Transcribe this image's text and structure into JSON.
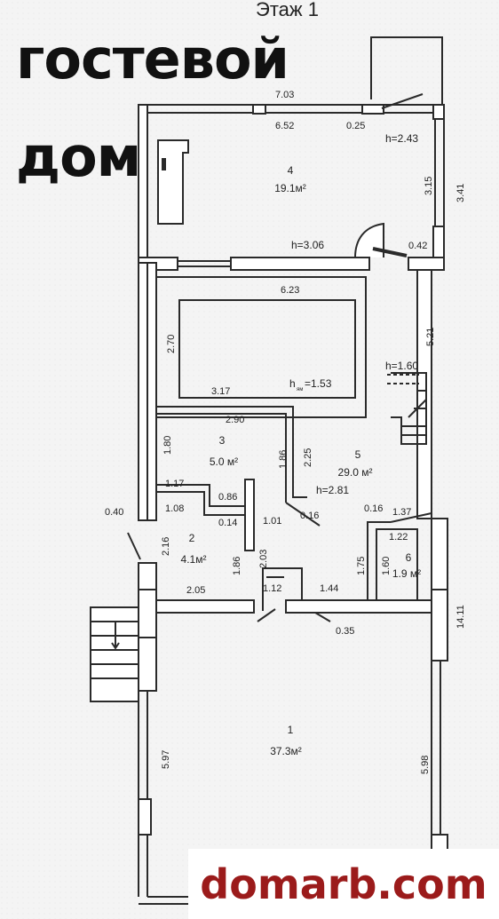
{
  "heading": {
    "line1": "гостевой",
    "line2": "дом"
  },
  "plan_title": "Этаж 1",
  "watermark": "domarb.com",
  "rooms": [
    {
      "number": "1",
      "area": "37.3м²"
    },
    {
      "number": "2",
      "area": "4.1м²"
    },
    {
      "number": "3",
      "area": "5.0 м²"
    },
    {
      "number": "4",
      "area": "19.1м²"
    },
    {
      "number": "5",
      "area": "29.0 м²"
    },
    {
      "number": "6",
      "area": "1.9 м²"
    }
  ],
  "heights": {
    "h243": "h=2.43",
    "h306": "h=3.06",
    "h160": "h=1.60",
    "h281": "h=2.81",
    "pit": "h",
    "pit_sub": "ям",
    "pit_val": "=1.53"
  },
  "dims": {
    "d703": "7.03",
    "d652": "6.52",
    "d025": "0.25",
    "d315": "3.15",
    "d341": "3.41",
    "d042": "0.42",
    "d623": "6.23",
    "d270": "2.70",
    "d521": "5.21",
    "d317": "3.17",
    "d290": "2.90",
    "d180": "1.80",
    "d186a": "1.86",
    "d225": "2.25",
    "d117": "1.17",
    "d086": "0.86",
    "d108": "1.08",
    "d014": "0.14",
    "d101": "1.01",
    "d016a": "0.16",
    "d040": "0.40",
    "d216": "2.16",
    "d186b": "1.86",
    "d203": "2.03",
    "d016b": "0.16",
    "d137": "1.37",
    "d122": "1.22",
    "d175": "1.75",
    "d160": "1.60",
    "d205": "2.05",
    "d112": "1.12",
    "d144": "1.44",
    "d035": "0.35",
    "d1411": "14.11",
    "d597": "5.97",
    "d598": "5.98"
  }
}
